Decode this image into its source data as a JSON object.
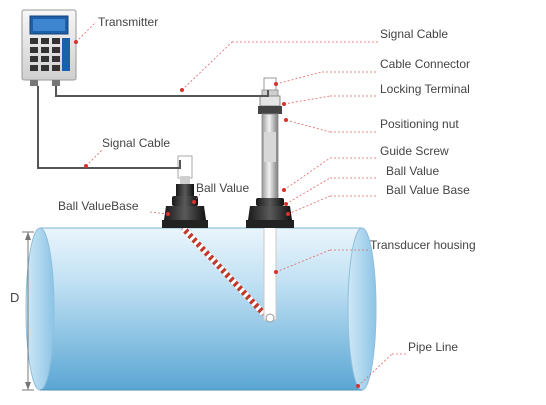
{
  "labels": {
    "transmitter": "Transmitter",
    "signal_cable_top": "Signal Cable",
    "cable_connector": "Cable Connector",
    "locking_terminal": "Locking Terminal",
    "positioning_nut": "Positioning nut",
    "signal_cable_left": "Signal Cable",
    "guide_screw": "Guide Screw",
    "ball_value_right": "Ball Value",
    "ball_value_base_right": "Ball Value Base",
    "ball_value_left": "Ball Value",
    "ball_value_base_left": "Ball ValueBase",
    "transducer_housing": "Transducer housing",
    "diameter": "D",
    "pipe_line": "Pipe Line"
  },
  "colors": {
    "pipe_light": "#e8f4fb",
    "pipe_dark": "#5aa9d6",
    "leader_dot": "#d9322b",
    "cable": "#555555",
    "housing_dark": "#2b2b2b"
  }
}
